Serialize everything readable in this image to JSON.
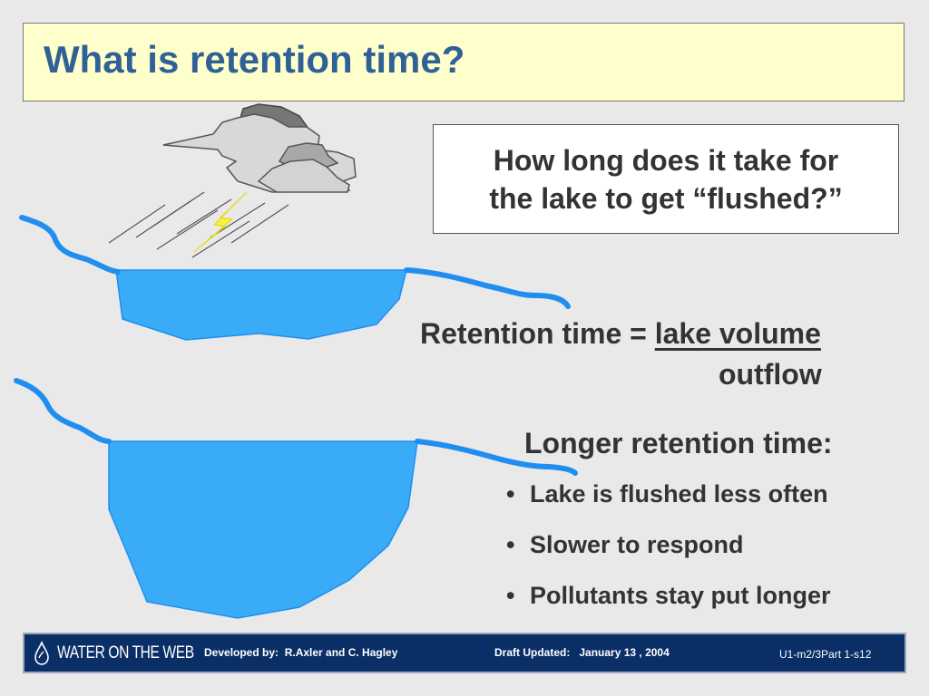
{
  "slide": {
    "title": "What is retention time?",
    "question": {
      "line1": "How long does it take for",
      "line2": "the lake to get “flushed?”"
    },
    "formula": {
      "label": "Retention time = ",
      "numerator": "lake volume",
      "denominator": "outflow"
    },
    "longer": {
      "heading": "Longer retention time:",
      "bullets": [
        "Lake is flushed less often",
        "Slower to respond",
        "Pollutants stay put longer"
      ]
    }
  },
  "footer": {
    "logo_text": "WATER ON THE WEB",
    "developed_label": "Developed by:",
    "developed_value": "R.Axler and C. Hagley",
    "draft_label": "Draft Updated:",
    "draft_value": "January 13 , 2004",
    "slide_id": "U1-m2/3Part 1-s12"
  },
  "colors": {
    "title_bg": "#ffffcc",
    "title_text": "#2f6196",
    "water": "#3aabf7",
    "shore": "#1f8ef0",
    "footer_bg": "#0a2e66"
  },
  "icons": [
    "storm-cloud-icon",
    "lightning-icon",
    "water-drop-logo-icon"
  ]
}
